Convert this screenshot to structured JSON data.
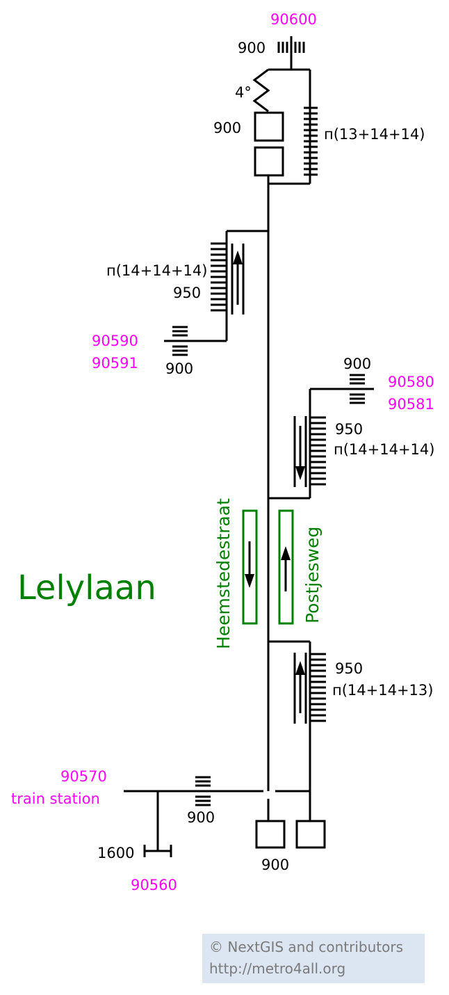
{
  "station": {
    "name": "Lelylaan"
  },
  "platforms": {
    "left": "Heemstedestraat",
    "right": "Postjesweg"
  },
  "exits": {
    "top": {
      "id": "90600",
      "width": "900",
      "angle": "4°",
      "gate_width": "900",
      "stairs": "п(13+14+14)"
    },
    "upper_left": {
      "ids": [
        "90590",
        "90591"
      ],
      "width": "900",
      "stairs_width": "950",
      "stairs": "п(14+14+14)"
    },
    "upper_right": {
      "ids": [
        "90580",
        "90581"
      ],
      "width": "900",
      "stairs_width": "950",
      "stairs": "п(14+14+14)"
    },
    "lower_right": {
      "stairs_width": "950",
      "stairs": "п(14+14+13)"
    },
    "bottom_left": {
      "ids": [
        "90570",
        "train station"
      ],
      "width": "900",
      "door_width": "1600",
      "door_id": "90560"
    },
    "bottom_gate": {
      "width": "900"
    }
  },
  "credit": {
    "line1": "© NextGIS and contributors",
    "line2": "http://metro4all.org"
  },
  "colors": {
    "line": "#000000",
    "id_label": "#ff00ff",
    "platform": "#008000",
    "credit_bg": "#dce6f2"
  }
}
